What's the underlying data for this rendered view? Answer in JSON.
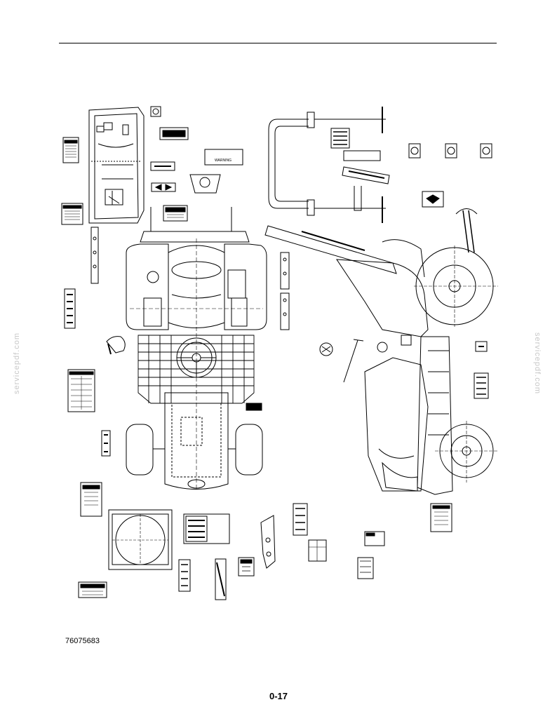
{
  "figure": {
    "number": "76075683"
  },
  "page": {
    "number": "0-17"
  },
  "watermark": {
    "text": "servicepdf.com"
  },
  "decal_texts": {
    "warning": "WARNING"
  }
}
